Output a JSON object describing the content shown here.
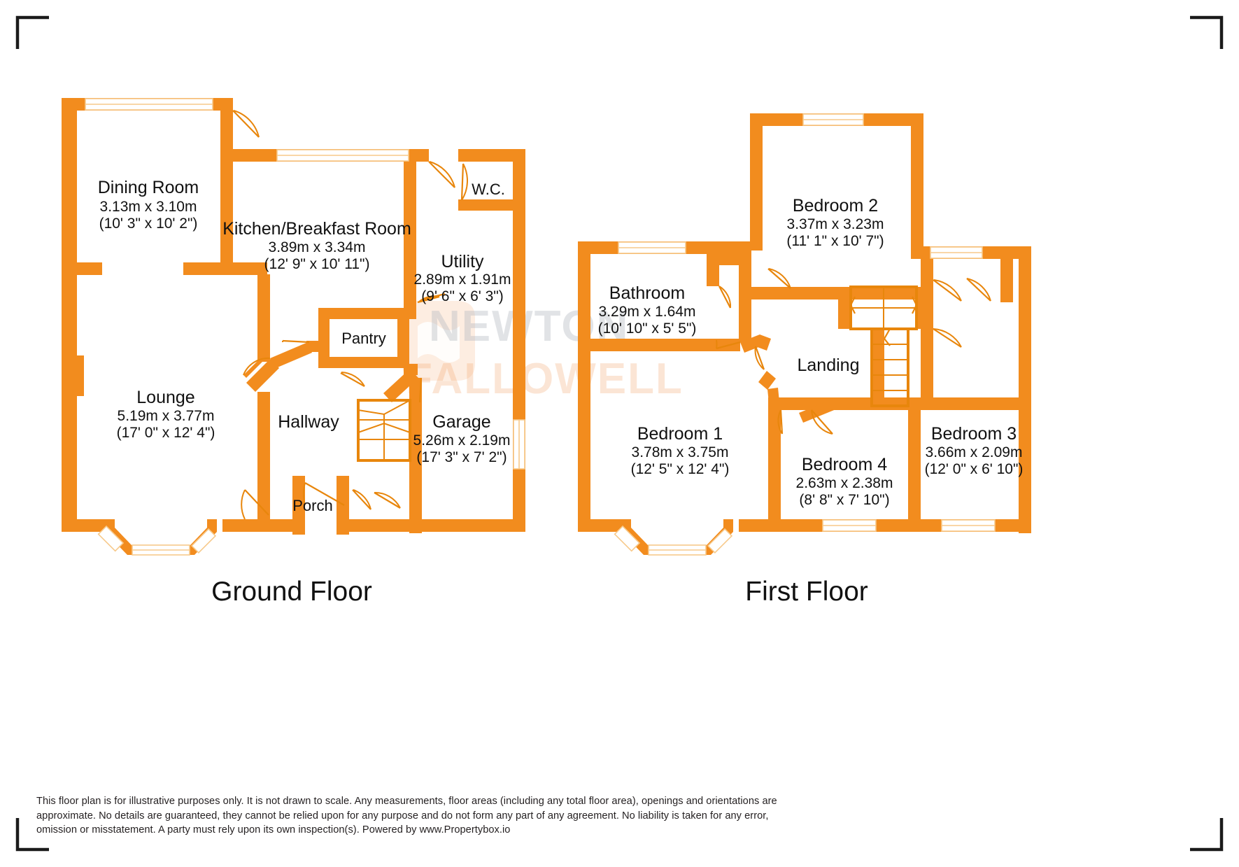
{
  "document": {
    "type": "floor-plan",
    "disclaimer": "This floor plan is for illustrative purposes only. It is not drawn to scale. Any measurements, floor areas (including any total floor area), openings and orientations are approximate. No details are guaranteed, they cannot be relied upon for any purpose and do not form any part of any agreement. No liability is taken for any error, omission or misstatement. A party must rely upon its own inspection(s). Powered by www.Propertybox.io"
  },
  "watermark": {
    "line1": "NEWTON",
    "line2": "FALLOWELL"
  },
  "colors": {
    "wall": "#F28C1E",
    "thin_line": "#E8860C",
    "window": "#F7C98A",
    "text": "#111111",
    "background": "#FFFFFF",
    "crop_mark": "#1B1B1B"
  },
  "floors": [
    {
      "id": "ground",
      "title": "Ground Floor",
      "rooms": [
        {
          "id": "dining-room",
          "name": "Dining Room",
          "metric": "3.13m x 3.10m",
          "imperial": "(10' 3\" x 10' 2\")"
        },
        {
          "id": "kitchen-breakfast-room",
          "name": "Kitchen/Breakfast Room",
          "metric": "3.89m x 3.34m",
          "imperial": "(12' 9\" x 10' 11\")"
        },
        {
          "id": "wc",
          "name": "W.C.",
          "metric": "",
          "imperial": ""
        },
        {
          "id": "utility",
          "name": "Utility",
          "metric": "2.89m x 1.91m",
          "imperial": "(9' 6\" x 6' 3\")"
        },
        {
          "id": "pantry",
          "name": "Pantry",
          "metric": "",
          "imperial": ""
        },
        {
          "id": "lounge",
          "name": "Lounge",
          "metric": "5.19m x 3.77m",
          "imperial": "(17' 0\" x 12' 4\")"
        },
        {
          "id": "hallway",
          "name": "Hallway",
          "metric": "",
          "imperial": ""
        },
        {
          "id": "garage",
          "name": "Garage",
          "metric": "5.26m x 2.19m",
          "imperial": "(17' 3\" x 7' 2\")"
        },
        {
          "id": "porch",
          "name": "Porch",
          "metric": "",
          "imperial": ""
        }
      ]
    },
    {
      "id": "first",
      "title": "First Floor",
      "rooms": [
        {
          "id": "bedroom-2",
          "name": "Bedroom 2",
          "metric": "3.37m x 3.23m",
          "imperial": "(11' 1\" x 10' 7\")"
        },
        {
          "id": "bathroom",
          "name": "Bathroom",
          "metric": "3.29m x 1.64m",
          "imperial": "(10' 10\" x 5' 5\")"
        },
        {
          "id": "landing",
          "name": "Landing",
          "metric": "",
          "imperial": ""
        },
        {
          "id": "bedroom-1",
          "name": "Bedroom 1",
          "metric": "3.78m x 3.75m",
          "imperial": "(12' 5\" x 12' 4\")"
        },
        {
          "id": "bedroom-4",
          "name": "Bedroom 4",
          "metric": "2.63m x 2.38m",
          "imperial": "(8' 8\" x 7' 10\")"
        },
        {
          "id": "bedroom-3",
          "name": "Bedroom 3",
          "metric": "3.66m x 2.09m",
          "imperial": "(12' 0\" x 6' 10\")"
        }
      ]
    }
  ]
}
